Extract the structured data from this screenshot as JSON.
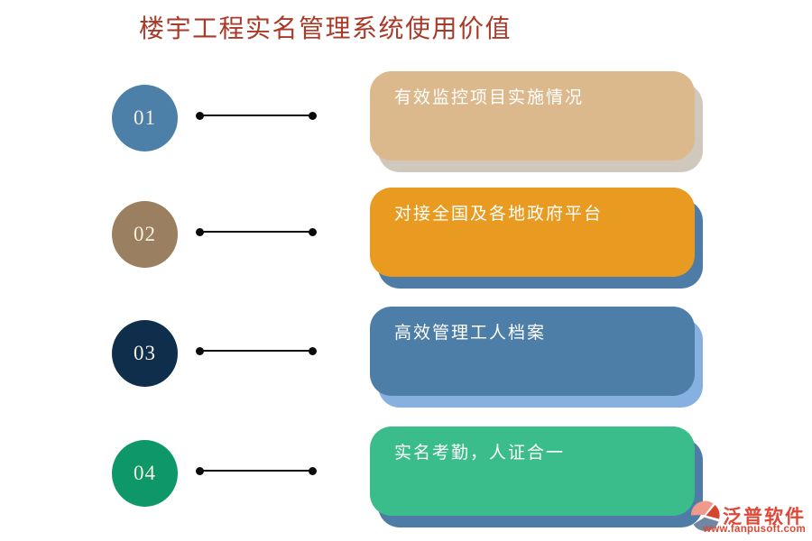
{
  "page": {
    "title": "楼宇工程实名管理系统使用价值",
    "title_color": "#a93a28",
    "background_color": "#ffffff",
    "card_text_color": "#ffffff",
    "number_text_color": "#f7f1e0",
    "connector_color": "#0b0b0b"
  },
  "rows": [
    {
      "number": "01",
      "label": "有效监控项目实施情况",
      "circle_color": "#4d80a8",
      "card_color": "#dcb98c",
      "shadow_color": "#d1c8bd"
    },
    {
      "number": "02",
      "label": "对接全国及各地政府平台",
      "circle_color": "#9a7f60",
      "card_color": "#e89b20",
      "shadow_color": "#4e7ca7"
    },
    {
      "number": "03",
      "label": "高效管理工人档案",
      "circle_color": "#0f2e4c",
      "card_color": "#4d7ea7",
      "shadow_color": "#86b0df"
    },
    {
      "number": "04",
      "label": "实名考勤，人证合一",
      "circle_color": "#0e9768",
      "card_color": "#3abc8b",
      "shadow_color": "#4e7ca7"
    }
  ],
  "watermark": {
    "brand": "泛普软件",
    "url": "www.fanpusoft.com",
    "brand_color": "#df4837",
    "logo_colors": {
      "salmon": "#ef9a8b",
      "red": "#d8452f",
      "slate": "#6e87a3"
    }
  }
}
